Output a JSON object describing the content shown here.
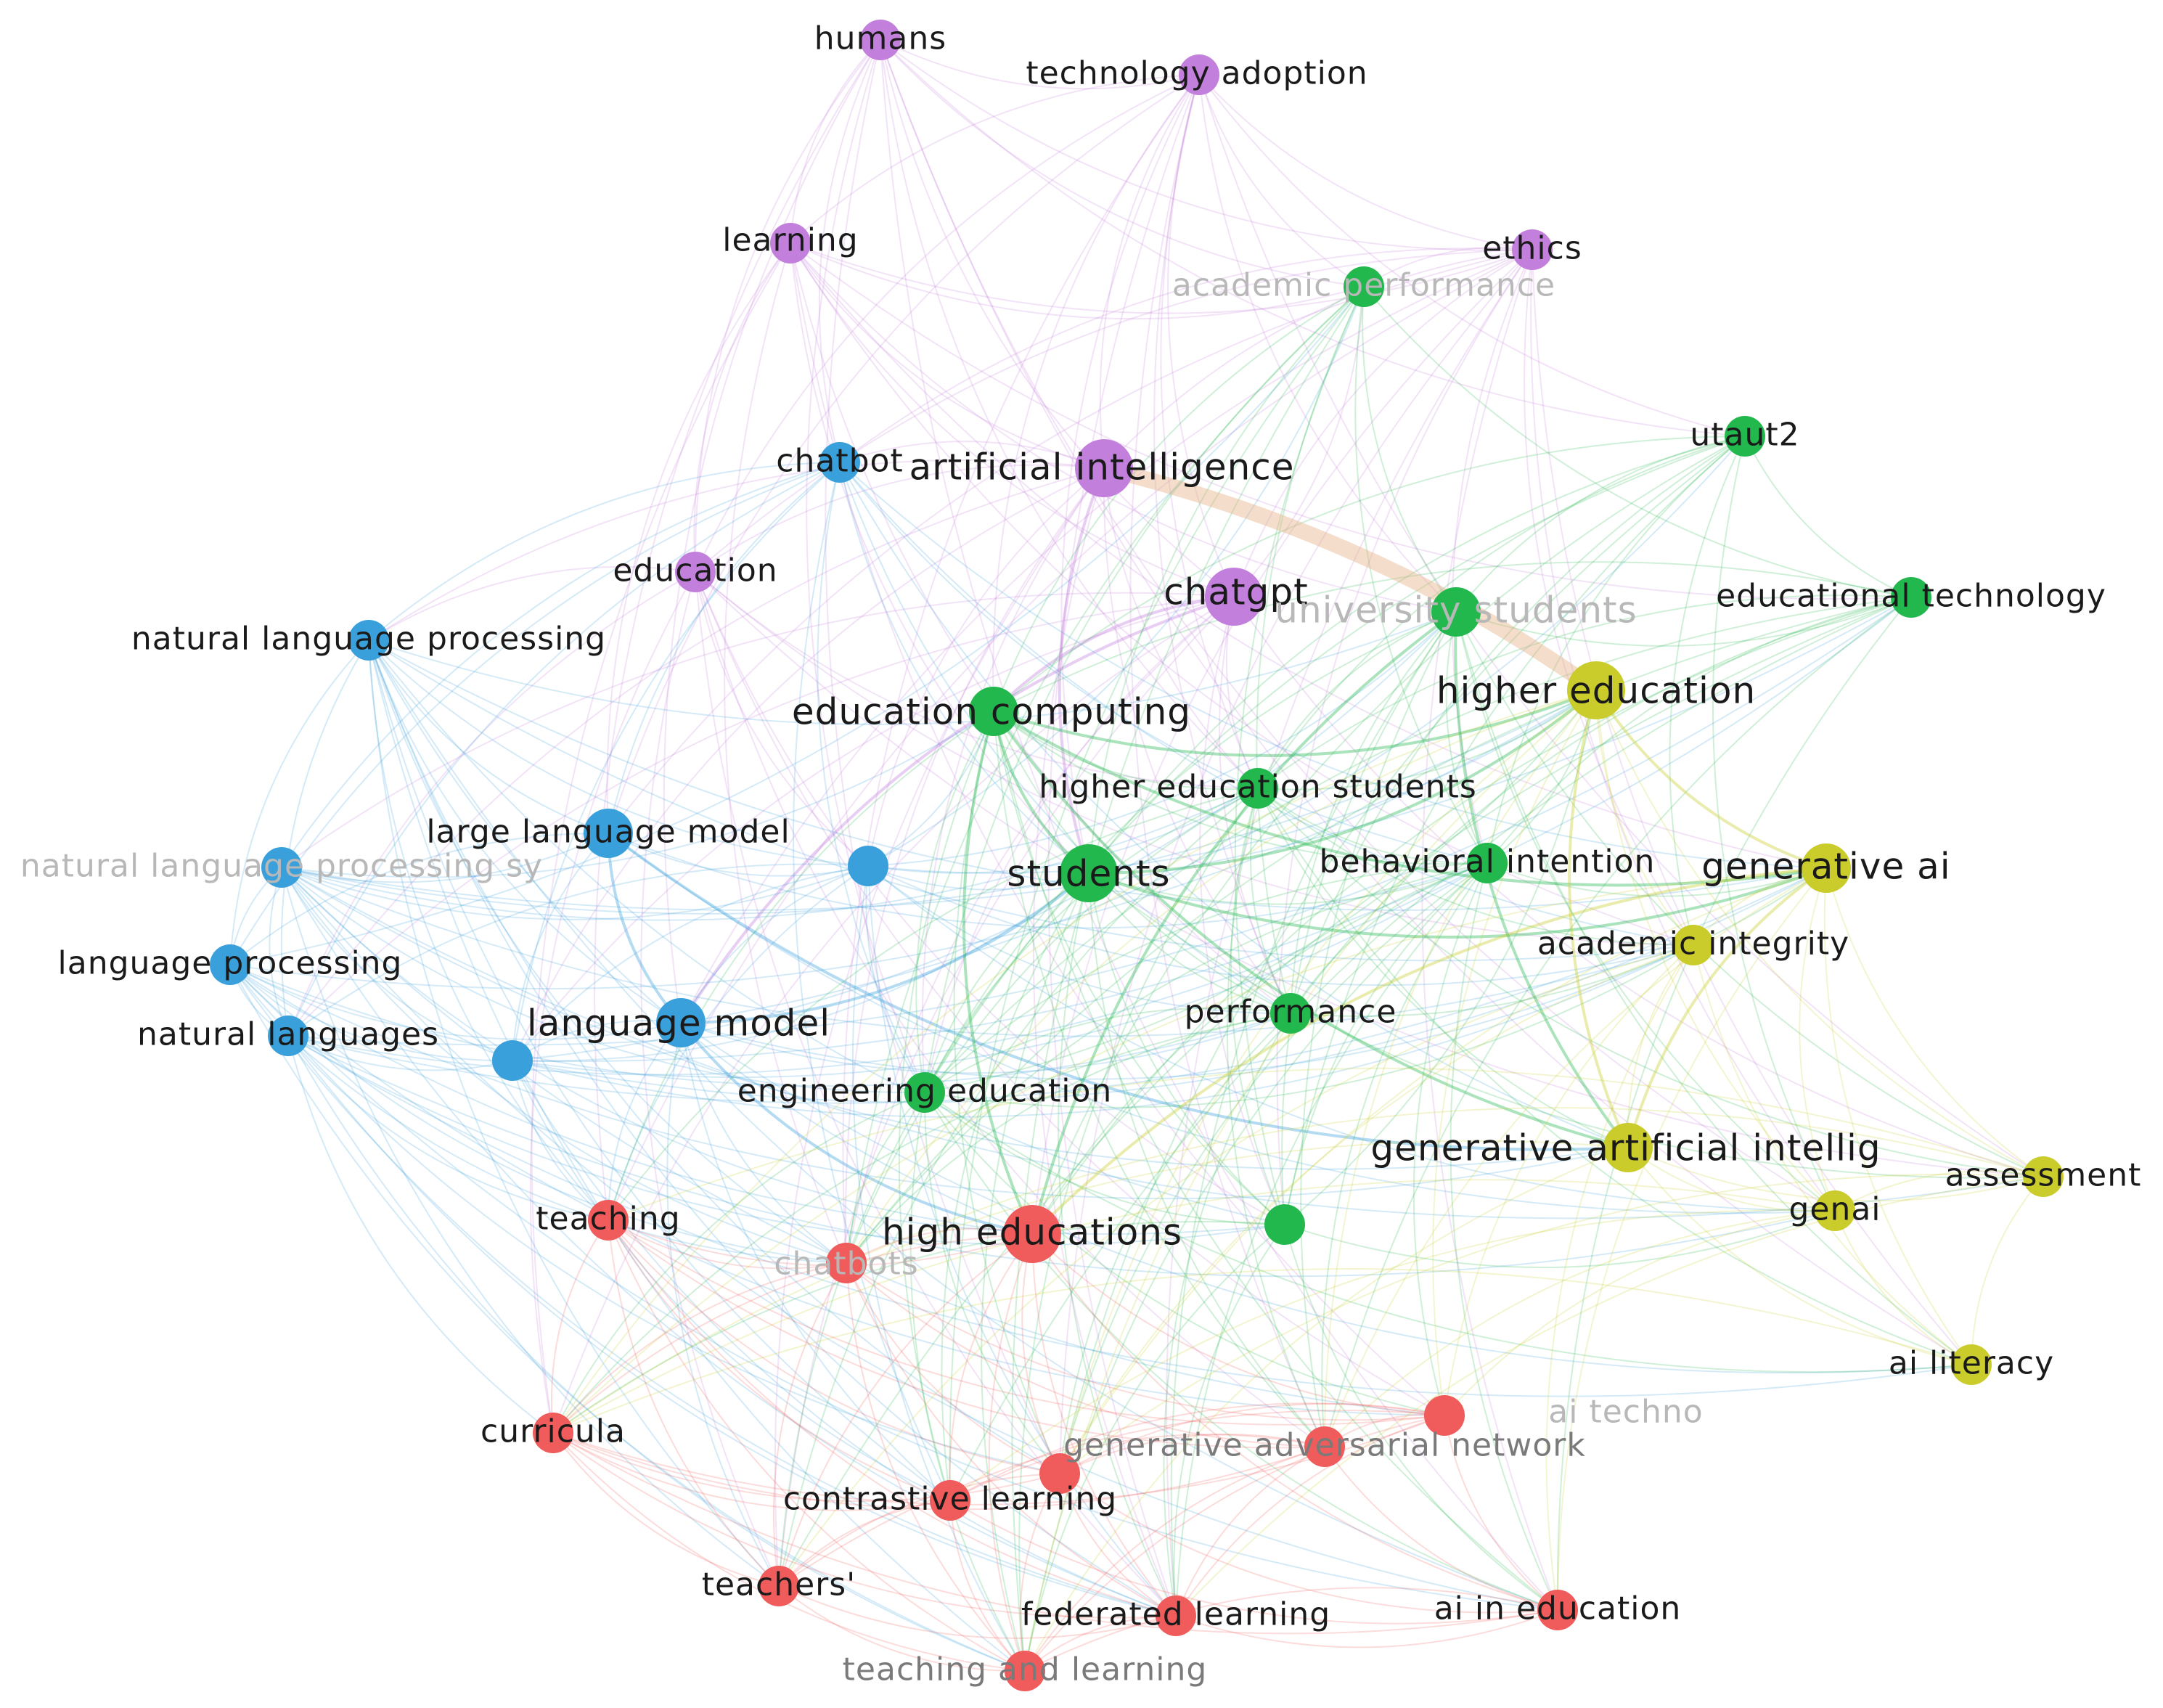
{
  "network": {
    "clusters": {
      "purple": "#c27fdc",
      "blue": "#3aa0dc",
      "green": "#23b84e",
      "yellow": "#c9cc2a",
      "red": "#f05b5b"
    },
    "nodes": [
      {
        "id": "humans",
        "label": "humans",
        "cluster": "purple",
        "weight": 2
      },
      {
        "id": "technology-adoption",
        "label": "technology adoption",
        "cluster": "purple",
        "weight": 2
      },
      {
        "id": "learning",
        "label": "learning",
        "cluster": "purple",
        "weight": 2
      },
      {
        "id": "ethics",
        "label": "ethics",
        "cluster": "purple",
        "weight": 2
      },
      {
        "id": "artificial-intelligence",
        "label": "artificial intelligence",
        "cluster": "purple",
        "weight": 4
      },
      {
        "id": "education",
        "label": "education",
        "cluster": "purple",
        "weight": 2
      },
      {
        "id": "chatgpt",
        "label": "chatgpt",
        "cluster": "purple",
        "weight": 4
      },
      {
        "id": "chatbot",
        "label": "chatbot",
        "cluster": "blue",
        "weight": 2
      },
      {
        "id": "natural-language-processing",
        "label": "natural language processing",
        "cluster": "blue",
        "weight": 2
      },
      {
        "id": "natural-language-processing-sys",
        "label": "natural language processing sy",
        "cluster": "blue",
        "weight": 2,
        "faint": true
      },
      {
        "id": "large-language-model",
        "label": "large language model",
        "cluster": "blue",
        "weight": 3
      },
      {
        "id": "blue-unlabeled",
        "label": "",
        "cluster": "blue",
        "weight": 2
      },
      {
        "id": "language-processing",
        "label": "language processing",
        "cluster": "blue",
        "weight": 2
      },
      {
        "id": "natural-languages",
        "label": "natural languages",
        "cluster": "blue",
        "weight": 2
      },
      {
        "id": "language-model",
        "label": "language model",
        "cluster": "blue",
        "weight": 3
      },
      {
        "id": "blue-small",
        "label": "",
        "cluster": "blue",
        "weight": 2
      },
      {
        "id": "academic-performance",
        "label": "academic performance",
        "cluster": "green",
        "weight": 2,
        "faint": true
      },
      {
        "id": "utaut2",
        "label": "utaut2",
        "cluster": "green",
        "weight": 2
      },
      {
        "id": "university-students",
        "label": "university students",
        "cluster": "green",
        "weight": 3,
        "faint": true
      },
      {
        "id": "educational-technology",
        "label": "educational technology",
        "cluster": "green",
        "weight": 2
      },
      {
        "id": "education-computing",
        "label": "education computing",
        "cluster": "green",
        "weight": 3
      },
      {
        "id": "higher-education-students",
        "label": "higher education students",
        "cluster": "green",
        "weight": 2
      },
      {
        "id": "students",
        "label": "students",
        "cluster": "green",
        "weight": 4
      },
      {
        "id": "behavioral-intention",
        "label": "behavioral intention",
        "cluster": "green",
        "weight": 2
      },
      {
        "id": "performance",
        "label": "performance",
        "cluster": "green",
        "weight": 2
      },
      {
        "id": "engineering-education",
        "label": "engineering education",
        "cluster": "green",
        "weight": 2
      },
      {
        "id": "green-unlabeled",
        "label": "",
        "cluster": "green",
        "weight": 2
      },
      {
        "id": "higher-education",
        "label": "higher education",
        "cluster": "yellow",
        "weight": 4
      },
      {
        "id": "generative-ai",
        "label": "generative ai",
        "cluster": "yellow",
        "weight": 3
      },
      {
        "id": "academic-integrity",
        "label": "academic integrity",
        "cluster": "yellow",
        "weight": 2
      },
      {
        "id": "generative-artificial-intellig",
        "label": "generative artificial intellig",
        "cluster": "yellow",
        "weight": 3
      },
      {
        "id": "assessment",
        "label": "assessment",
        "cluster": "yellow",
        "weight": 2
      },
      {
        "id": "genai",
        "label": "genai",
        "cluster": "yellow",
        "weight": 2
      },
      {
        "id": "ai-literacy",
        "label": "ai literacy",
        "cluster": "yellow",
        "weight": 2
      },
      {
        "id": "teaching",
        "label": "teaching",
        "cluster": "red",
        "weight": 2
      },
      {
        "id": "high-educations",
        "label": "high educations",
        "cluster": "red",
        "weight": 4
      },
      {
        "id": "chatbots",
        "label": "chatbots",
        "cluster": "red",
        "weight": 2,
        "faint": true
      },
      {
        "id": "curricula",
        "label": "curricula",
        "cluster": "red",
        "weight": 2
      },
      {
        "id": "ai-techno",
        "label": "ai techno",
        "cluster": "red",
        "weight": 2,
        "faint": true
      },
      {
        "id": "generative-adversarial-network",
        "label": "generative adversarial network",
        "cluster": "red",
        "weight": 2,
        "mid": true
      },
      {
        "id": "red-unlabeled",
        "label": "",
        "cluster": "red",
        "weight": 2
      },
      {
        "id": "contrastive-learning",
        "label": "contrastive learning",
        "cluster": "red",
        "weight": 2
      },
      {
        "id": "teachers",
        "label": "teachers'",
        "cluster": "red",
        "weight": 2
      },
      {
        "id": "federated-learning",
        "label": "federated learning",
        "cluster": "red",
        "weight": 2
      },
      {
        "id": "ai-in-education",
        "label": "ai in education",
        "cluster": "red",
        "weight": 2
      },
      {
        "id": "teaching-and-learning",
        "label": "teaching and learning",
        "cluster": "red",
        "weight": 2,
        "mid": true
      }
    ]
  }
}
